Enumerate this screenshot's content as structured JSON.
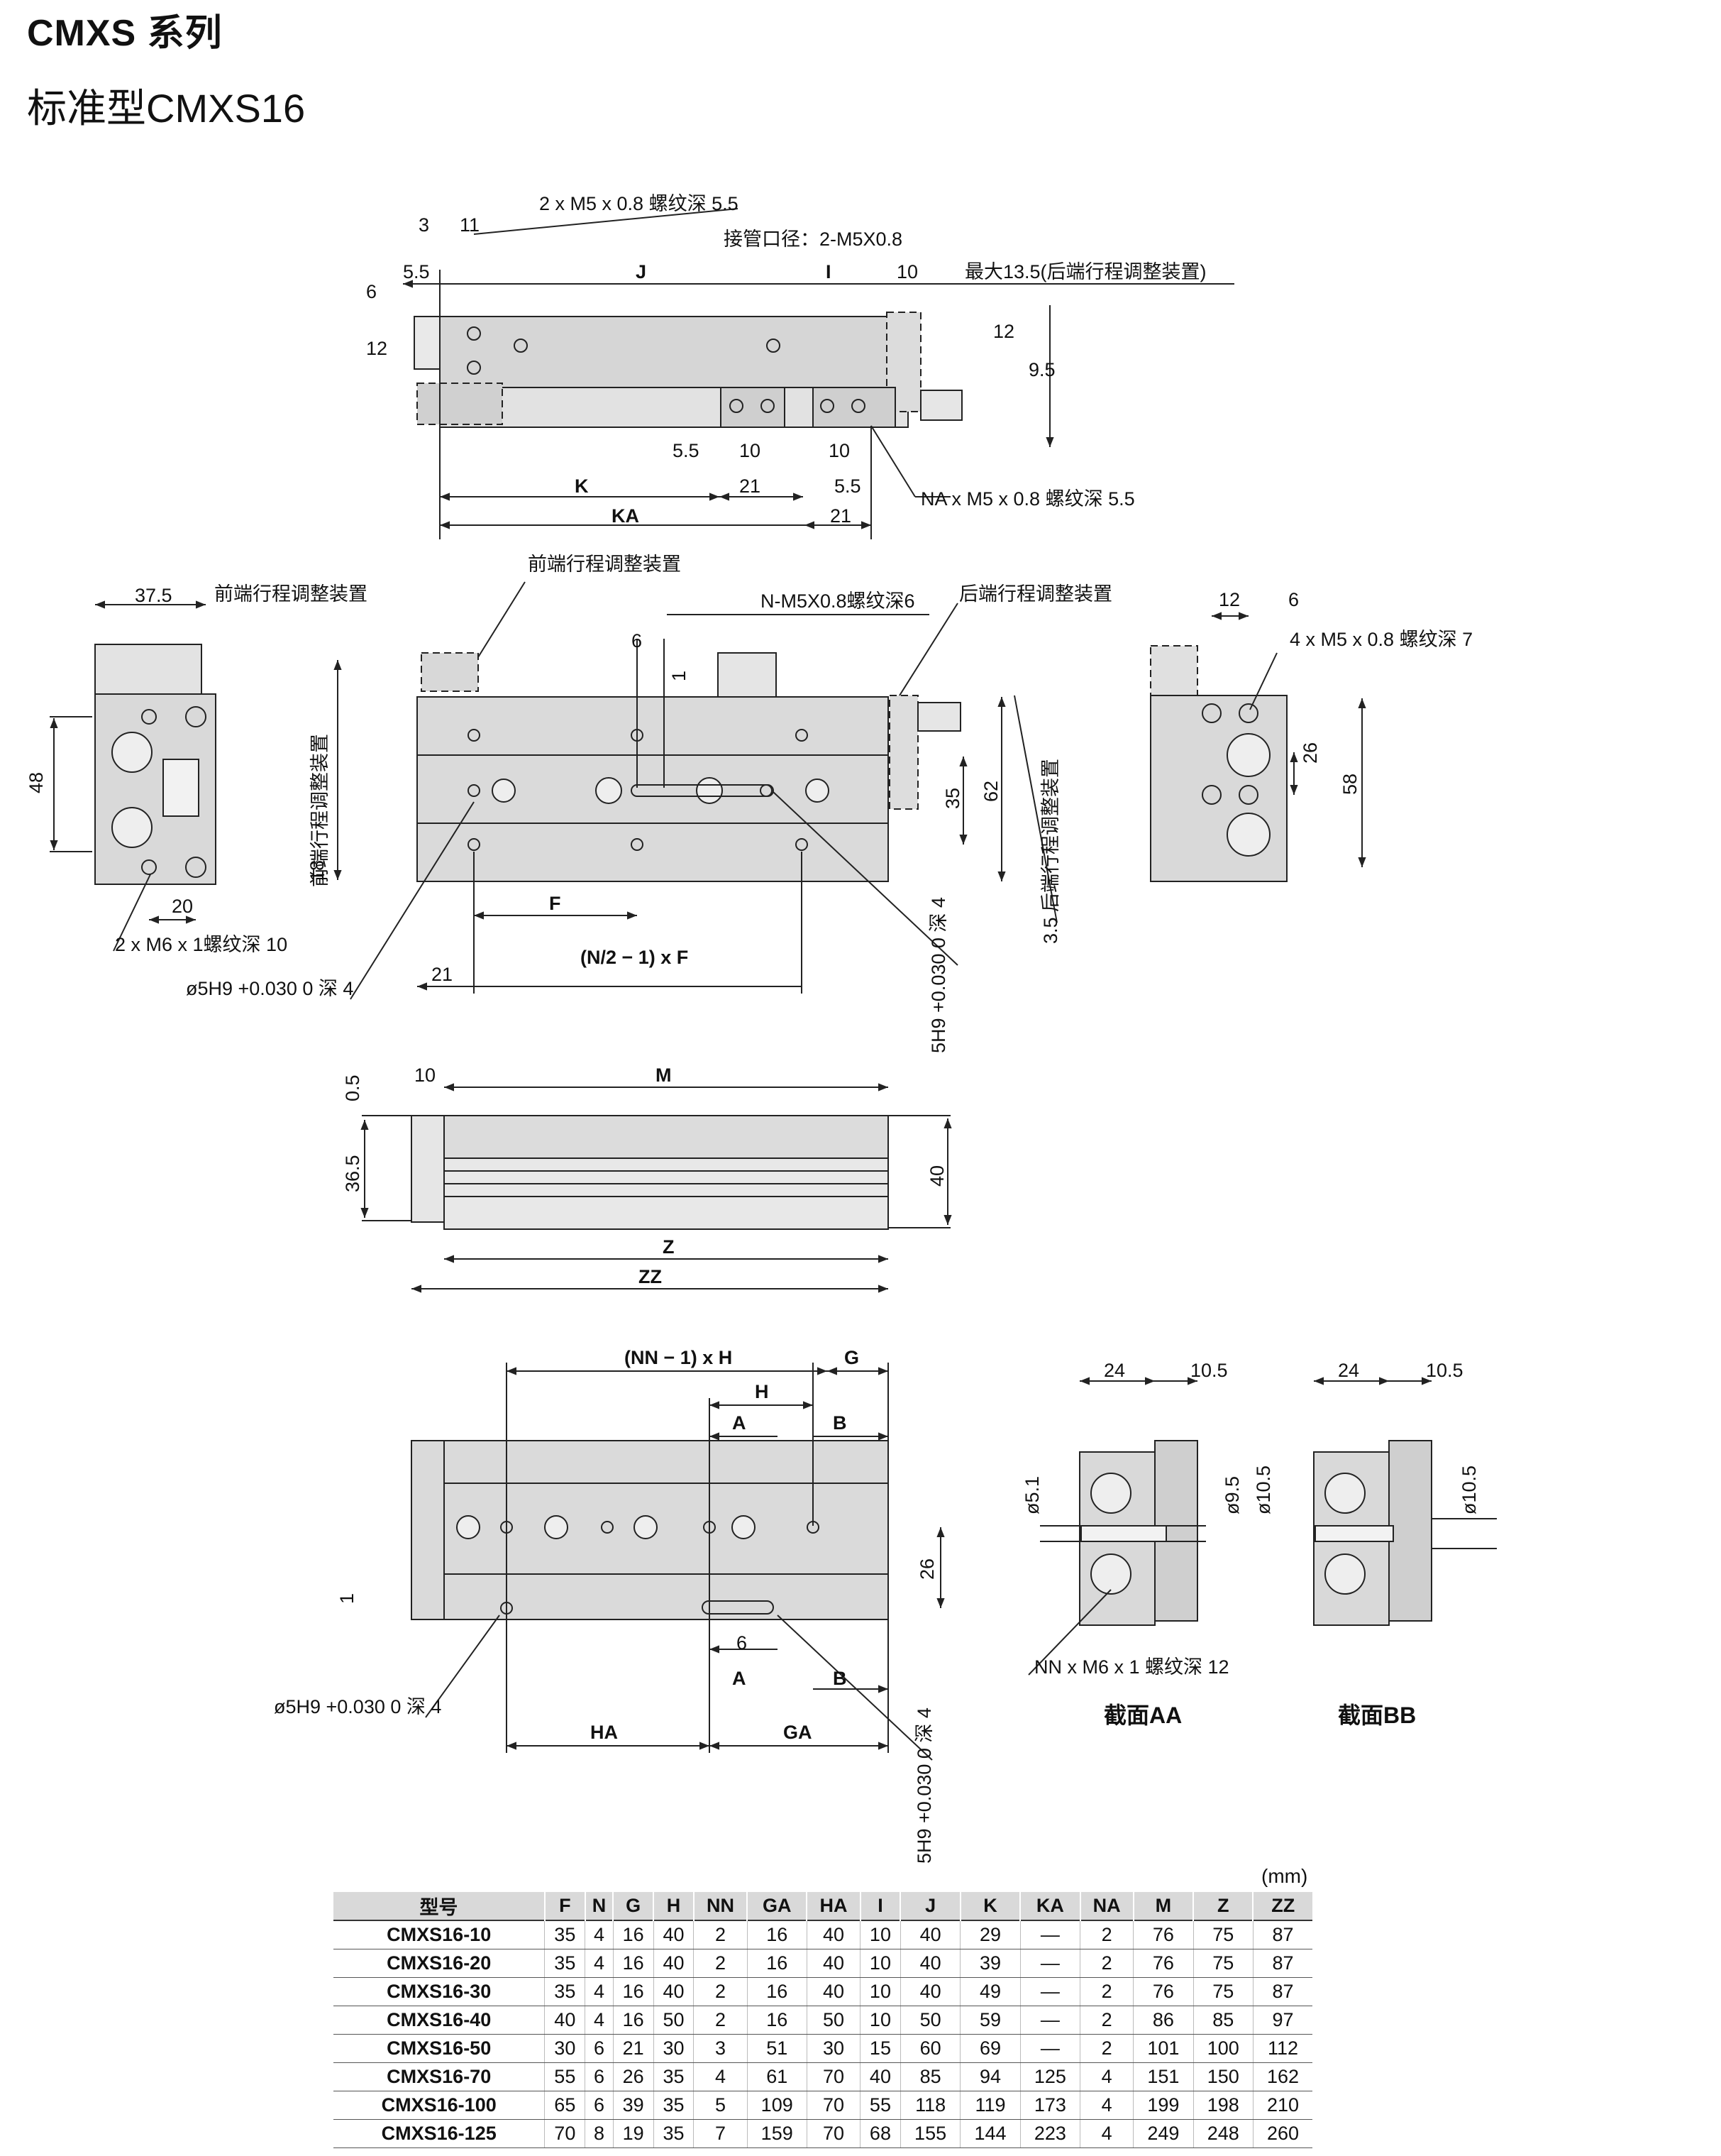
{
  "header": {
    "series": "CMXS 系列",
    "model": "标准型CMXS16"
  },
  "drawing": {
    "top_view": {
      "d_3": "3",
      "d_11": "11",
      "d_5_5a": "5.5",
      "d_6": "6",
      "d_12": "12",
      "d_J": "J",
      "d_I": "I",
      "d_10": "10",
      "thread_top": "2 x M5 x 0.8 螺纹深 5.5",
      "port": "接管口径：2-M5X0.8",
      "max_adj": "最大13.5(后端行程调整装置)",
      "d_12r": "12",
      "d_9_5": "9.5",
      "d_5_5b": "5.5",
      "d_10b": "10",
      "d_10c": "10",
      "d_21a": "21",
      "d_5_5c": "5.5",
      "d_K": "K",
      "d_KA": "KA",
      "d_21b": "21",
      "na_thread": "NA x M5 x 0.8 螺纹深 5.5"
    },
    "mid_view": {
      "d_37_5": "37.5",
      "front_adj": "前端行程调整装置",
      "d_48": "48",
      "d_20": "20",
      "thread_side": "2 x M6 x 1螺纹深 10",
      "pin_left": "ø5H9 +0.030 0 深 4",
      "front_adj2": "前端行程调整装置",
      "front_adj_v": "前端行程调整装置",
      "n_thread": "N-M5X0.8螺纹深6",
      "rear_adj": "后端行程调整装置",
      "d_6": "6",
      "d_1": "1",
      "d_18": "18",
      "d_35": "35",
      "d_62": "62",
      "d_F": "F",
      "d_21": "21",
      "formula": "(N/2 − 1) x F",
      "pin_v": "5H9 +0.030 0 深 4",
      "rear_adj_v": "3.5 后端行程调整装置",
      "d_12": "12",
      "d_6b": "6",
      "thread_end": "4 x M5 x 0.8 螺纹深 7",
      "d_26": "26",
      "d_58": "58"
    },
    "side_view": {
      "d_0_5": "0.5",
      "d_10": "10",
      "d_M": "M",
      "d_36_5": "36.5",
      "d_40": "40",
      "d_Z": "Z",
      "d_ZZ": "ZZ"
    },
    "bottom_view": {
      "nn_h": "(NN − 1) x H",
      "d_G": "G",
      "d_H": "H",
      "d_A": "A",
      "d_B": "B",
      "d_26": "26",
      "d_1": "1",
      "d_6": "6",
      "pin": "ø5H9 +0.030 0 深 4",
      "d_A2": "A",
      "d_B2": "B",
      "d_HA": "HA",
      "d_GA": "GA",
      "pin_v": "5H9 +0.030 0 深 4"
    },
    "sections": {
      "d_24a": "24",
      "d_10_5a": "10.5",
      "d_24b": "24",
      "d_10_5b": "10.5",
      "d_5_1": "ø5.1",
      "d_9_5": "ø9.5",
      "d_10_5c": "ø10.5",
      "d_10_5d": "ø10.5",
      "nn_thread": "NN x M6 x 1 螺纹深 12",
      "sec_aa": "截面AA",
      "sec_bb": "截面BB"
    }
  },
  "table": {
    "units": "(mm)",
    "columns": [
      "型号",
      "F",
      "N",
      "G",
      "H",
      "NN",
      "GA",
      "HA",
      "I",
      "J",
      "K",
      "KA",
      "NA",
      "M",
      "Z",
      "ZZ"
    ],
    "rows": [
      [
        "CMXS16-10",
        "35",
        "4",
        "16",
        "40",
        "2",
        "16",
        "40",
        "10",
        "40",
        "29",
        "—",
        "2",
        "76",
        "75",
        "87"
      ],
      [
        "CMXS16-20",
        "35",
        "4",
        "16",
        "40",
        "2",
        "16",
        "40",
        "10",
        "40",
        "39",
        "—",
        "2",
        "76",
        "75",
        "87"
      ],
      [
        "CMXS16-30",
        "35",
        "4",
        "16",
        "40",
        "2",
        "16",
        "40",
        "10",
        "40",
        "49",
        "—",
        "2",
        "76",
        "75",
        "87"
      ],
      [
        "CMXS16-40",
        "40",
        "4",
        "16",
        "50",
        "2",
        "16",
        "50",
        "10",
        "50",
        "59",
        "—",
        "2",
        "86",
        "85",
        "97"
      ],
      [
        "CMXS16-50",
        "30",
        "6",
        "21",
        "30",
        "3",
        "51",
        "30",
        "15",
        "60",
        "69",
        "—",
        "2",
        "101",
        "100",
        "112"
      ],
      [
        "CMXS16-70",
        "55",
        "6",
        "26",
        "35",
        "4",
        "61",
        "70",
        "40",
        "85",
        "94",
        "125",
        "4",
        "151",
        "150",
        "162"
      ],
      [
        "CMXS16-100",
        "65",
        "6",
        "39",
        "35",
        "5",
        "109",
        "70",
        "55",
        "118",
        "119",
        "173",
        "4",
        "199",
        "198",
        "210"
      ],
      [
        "CMXS16-125",
        "70",
        "8",
        "19",
        "35",
        "7",
        "159",
        "70",
        "68",
        "155",
        "144",
        "223",
        "4",
        "249",
        "248",
        "260"
      ]
    ]
  }
}
